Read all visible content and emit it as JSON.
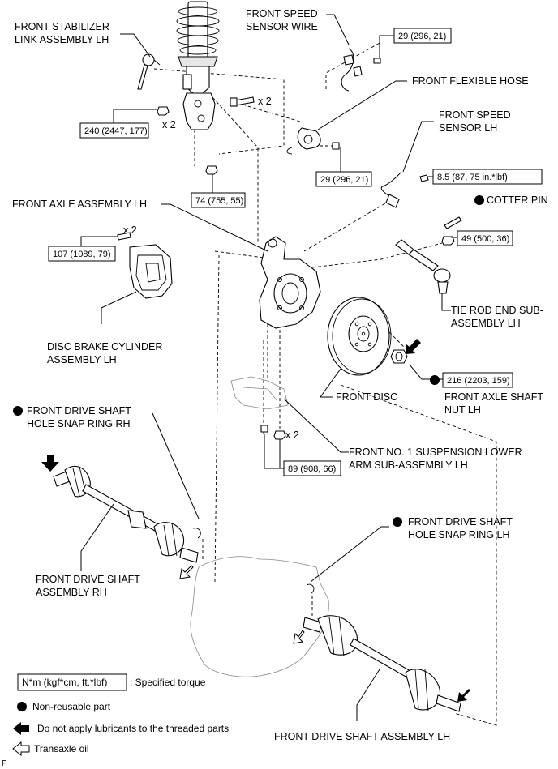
{
  "labels": {
    "front_stabilizer_link_1": "FRONT STABILIZER",
    "front_stabilizer_link_2": "LINK ASSEMBLY LH",
    "front_speed_sensor_wire_1": "FRONT SPEED",
    "front_speed_sensor_wire_2": "SENSOR WIRE",
    "front_flexible_hose": "FRONT FLEXIBLE HOSE",
    "front_speed_sensor_1": "FRONT SPEED",
    "front_speed_sensor_2": "SENSOR LH",
    "front_axle_assembly": "FRONT AXLE ASSEMBLY LH",
    "cotter_pin": "COTTER PIN",
    "disc_brake_cylinder_1": "DISC BRAKE CYLINDER",
    "disc_brake_cylinder_2": "ASSEMBLY LH",
    "tie_rod_end_1": "TIE ROD END SUB-",
    "tie_rod_end_2": "ASSEMBLY LH",
    "front_disc": "FRONT DISC",
    "axle_shaft_nut_1": "FRONT AXLE SHAFT",
    "axle_shaft_nut_2": "NUT LH",
    "snap_ring_rh_1": "FRONT DRIVE SHAFT",
    "snap_ring_rh_2": "HOLE SNAP RING RH",
    "lower_arm_1": "FRONT NO. 1 SUSPENSION LOWER",
    "lower_arm_2": "ARM SUB-ASSEMBLY LH",
    "snap_ring_lh_1": "FRONT DRIVE SHAFT",
    "snap_ring_lh_2": "HOLE SNAP RING LH",
    "drive_shaft_rh_1": "FRONT DRIVE SHAFT",
    "drive_shaft_rh_2": "ASSEMBLY RH",
    "drive_shaft_lh": "FRONT DRIVE SHAFT ASSEMBLY LH",
    "corner_mark": "P"
  },
  "torques": {
    "t240": "240 (2447, 177)",
    "t29_top": "29 (296, 21)",
    "t29_mid": "29 (296, 21)",
    "t74": "74 (755, 55)",
    "t8_5": "8.5 (87, 75 in.*lbf)",
    "t49": "49 (500, 36)",
    "t107": "107 (1089, 79)",
    "t216": "216 (2203, 159)",
    "t89": "89 (908, 66)"
  },
  "quantities": {
    "x2_strut_bolt": "x 2",
    "x2_strut_nut": "x 2",
    "x2_caliper": "x 2",
    "x2_lower_arm": "x 2"
  },
  "legend": {
    "torque_box": "N*m (kgf*cm, ft.*lbf)",
    "torque_text": ": Specified torque",
    "non_reusable": "Non-reusable part",
    "no_lubricant": "Do not apply lubricants to the threaded parts",
    "transaxle_oil": "Transaxle oil"
  }
}
